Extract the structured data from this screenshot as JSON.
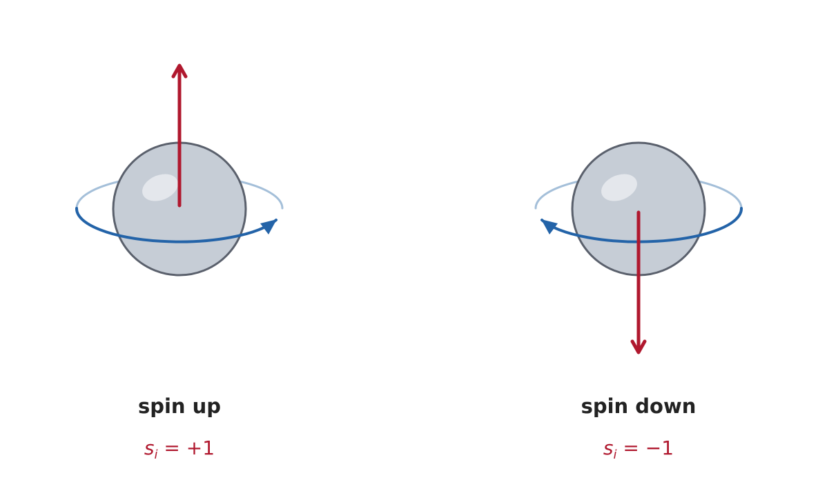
{
  "colors": {
    "arrow": "#b0182e",
    "orbit_front": "#2363a8",
    "orbit_back": "#a4bfd9",
    "sphere_fill": "#c6cdd6",
    "sphere_stroke": "#5a606c",
    "highlight": "#e4e7ec",
    "title_text": "#222222",
    "math_text": "#b0182e"
  },
  "panels": [
    {
      "id": "spin-up",
      "title": "spin up",
      "math": {
        "symbol": "s",
        "subscript": "i",
        "relation": " = ",
        "value": "+1"
      },
      "spin_direction": "up",
      "orbit_direction": "counterclockwise-front-right"
    },
    {
      "id": "spin-down",
      "title": "spin down",
      "math": {
        "symbol": "s",
        "subscript": "i",
        "relation": " = ",
        "value": "−1"
      },
      "spin_direction": "down",
      "orbit_direction": "clockwise-front-left"
    }
  ]
}
